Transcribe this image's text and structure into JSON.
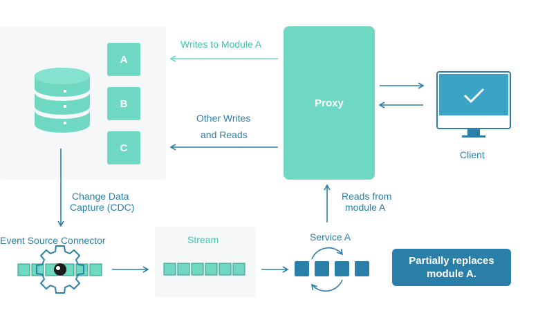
{
  "modules": [
    "A",
    "B",
    "C"
  ],
  "proxy": {
    "label": "Proxy"
  },
  "labels": {
    "writes_to_a": "Writes to Module A",
    "other_writes_line1": "Other Writes",
    "other_writes_line2": "and Reads",
    "client": "Client",
    "cdc_line1": "Change Data",
    "cdc_line2": "Capture (CDC)",
    "reads_line1": "Reads from",
    "reads_line2": "module A",
    "event_source": "Event Source Connector",
    "stream": "Stream",
    "service_a": "Service A"
  },
  "banner": {
    "line1": "Partially replaces",
    "line2": "module A."
  },
  "colors": {
    "teal": "#6fd8c2",
    "blue": "#2a7fa8",
    "panel": "#f5f7f9",
    "client_screen": "#3ba3c4"
  },
  "icons": [
    "database-icon",
    "monitor-checkmark-icon",
    "gear-icon",
    "refresh-icon"
  ]
}
